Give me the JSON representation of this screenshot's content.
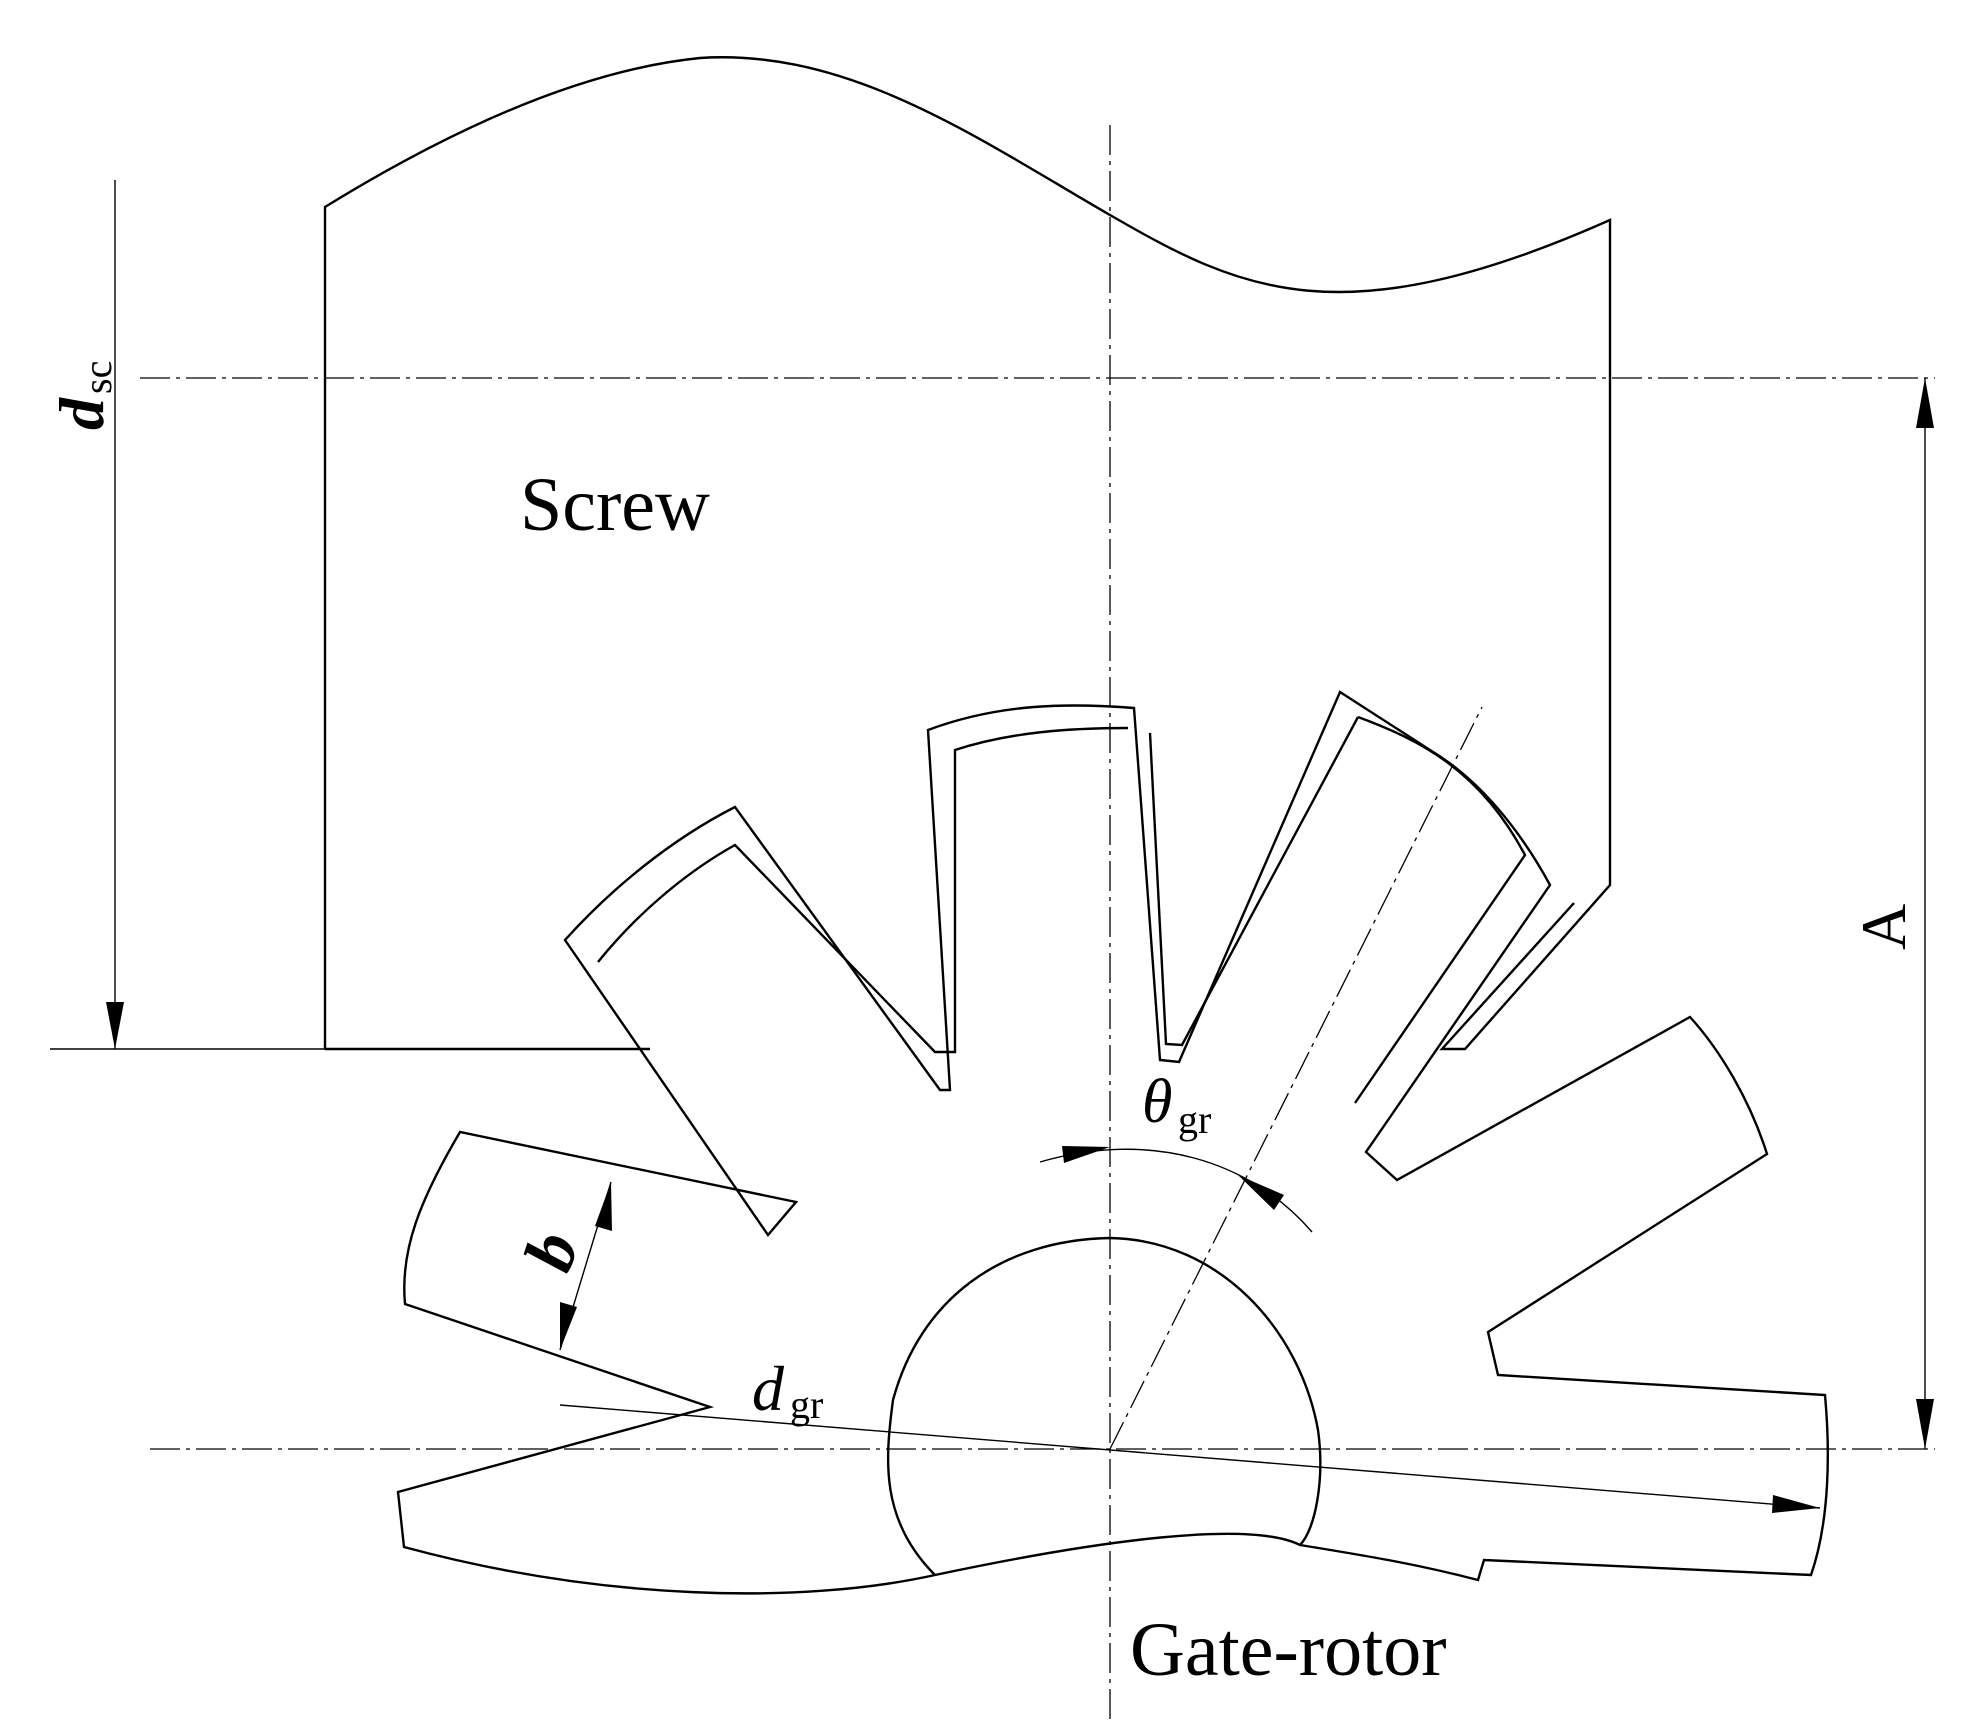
{
  "labels": {
    "screw": "Screw",
    "gate_rotor": "Gate-rotor",
    "center_distance": "A"
  },
  "symbols": {
    "d_sc": {
      "base": "d",
      "sub": "sc"
    },
    "d_gr": {
      "base": "d",
      "sub": "gr"
    },
    "theta_gr": {
      "base": "θ",
      "sub": "gr"
    },
    "b": {
      "base": "b"
    }
  }
}
